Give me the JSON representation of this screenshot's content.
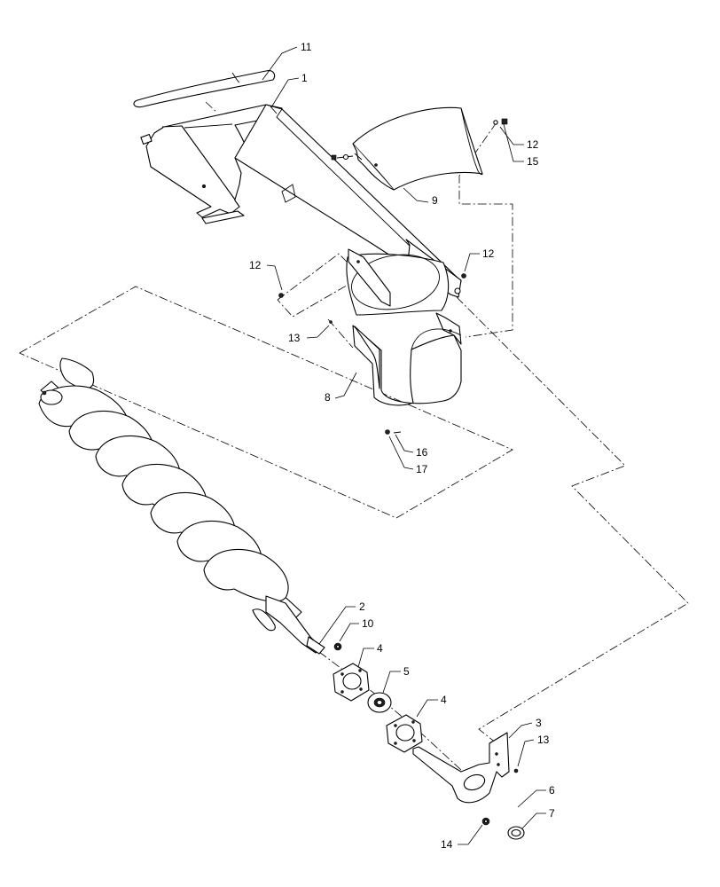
{
  "diagram": {
    "type": "exploded-parts-view",
    "callouts": [
      {
        "id": "c1",
        "label": "1"
      },
      {
        "id": "c2",
        "label": "2"
      },
      {
        "id": "c3",
        "label": "3"
      },
      {
        "id": "c4a",
        "label": "4"
      },
      {
        "id": "c4b",
        "label": "4"
      },
      {
        "id": "c5",
        "label": "5"
      },
      {
        "id": "c6",
        "label": "6"
      },
      {
        "id": "c7",
        "label": "7"
      },
      {
        "id": "c8",
        "label": "8"
      },
      {
        "id": "c9",
        "label": "9"
      },
      {
        "id": "c10",
        "label": "10"
      },
      {
        "id": "c11",
        "label": "11"
      },
      {
        "id": "c12a",
        "label": "12"
      },
      {
        "id": "c12b",
        "label": "12"
      },
      {
        "id": "c12c",
        "label": "12"
      },
      {
        "id": "c13a",
        "label": "13"
      },
      {
        "id": "c13b",
        "label": "13"
      },
      {
        "id": "c14",
        "label": "14"
      },
      {
        "id": "c15",
        "label": "15"
      },
      {
        "id": "c16",
        "label": "16"
      },
      {
        "id": "c17",
        "label": "17"
      }
    ]
  }
}
